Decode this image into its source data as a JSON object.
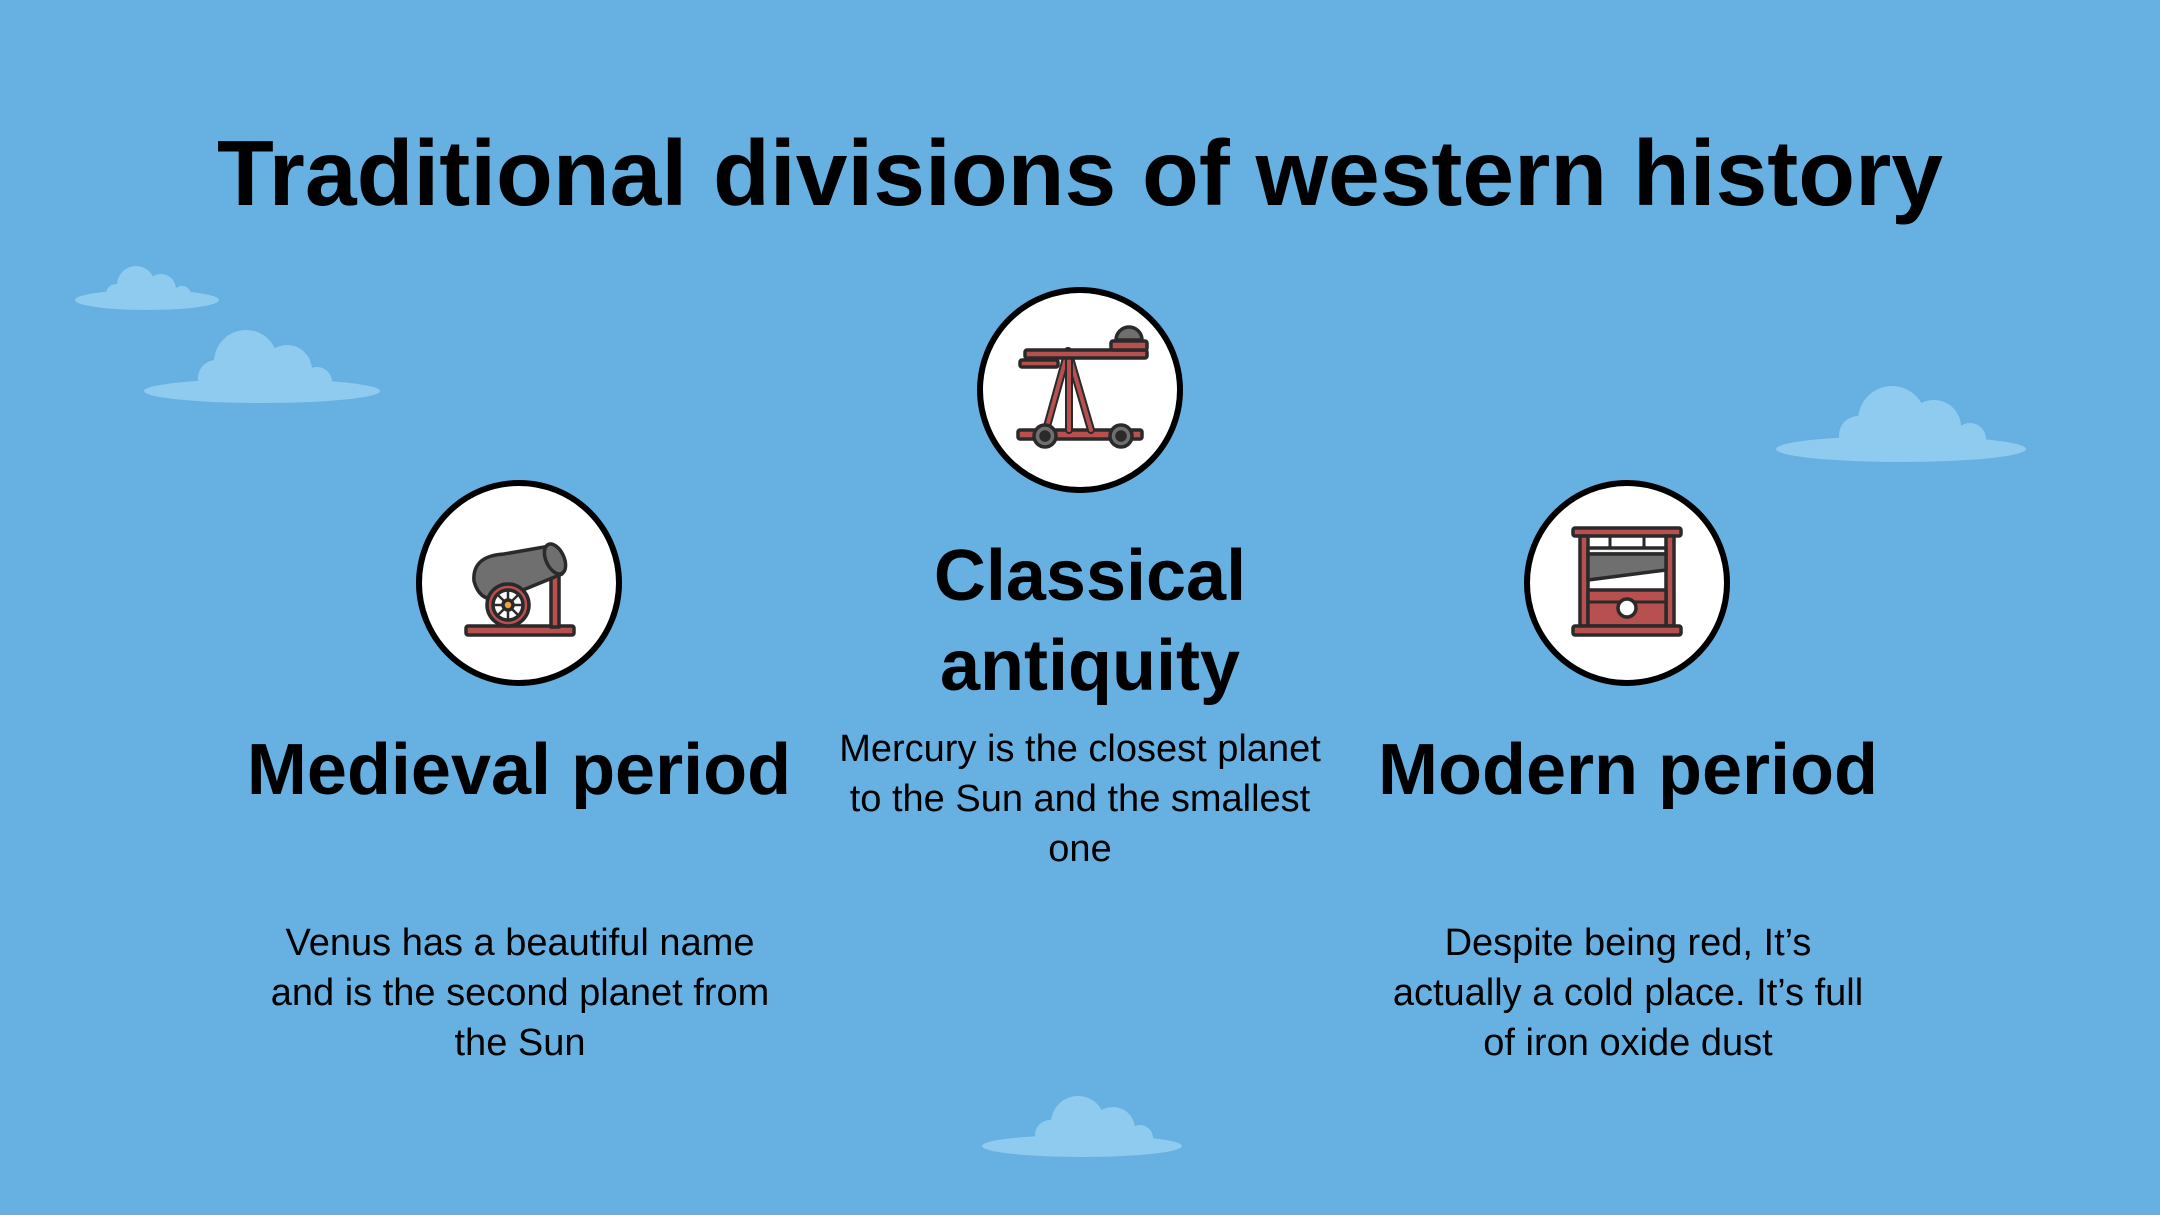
{
  "slide": {
    "title": "Traditional divisions of western history"
  },
  "periods": [
    {
      "icon": "cannon-icon",
      "heading": "Medieval period",
      "description": "Venus has a beautiful name and is the second planet from the Sun"
    },
    {
      "icon": "catapult-icon",
      "heading": "Classical antiquity",
      "description": "Mercury is the closest planet to the Sun and the smallest one"
    },
    {
      "icon": "guillotine-icon",
      "heading": "Modern period",
      "description": "Despite being red, It’s actually a cold place. It’s full of iron oxide dust"
    }
  ],
  "colors": {
    "background": "#66b0e2",
    "cloud": "#8ecbef",
    "icon_red": "#b8504f",
    "icon_gray": "#6f6f6f"
  }
}
